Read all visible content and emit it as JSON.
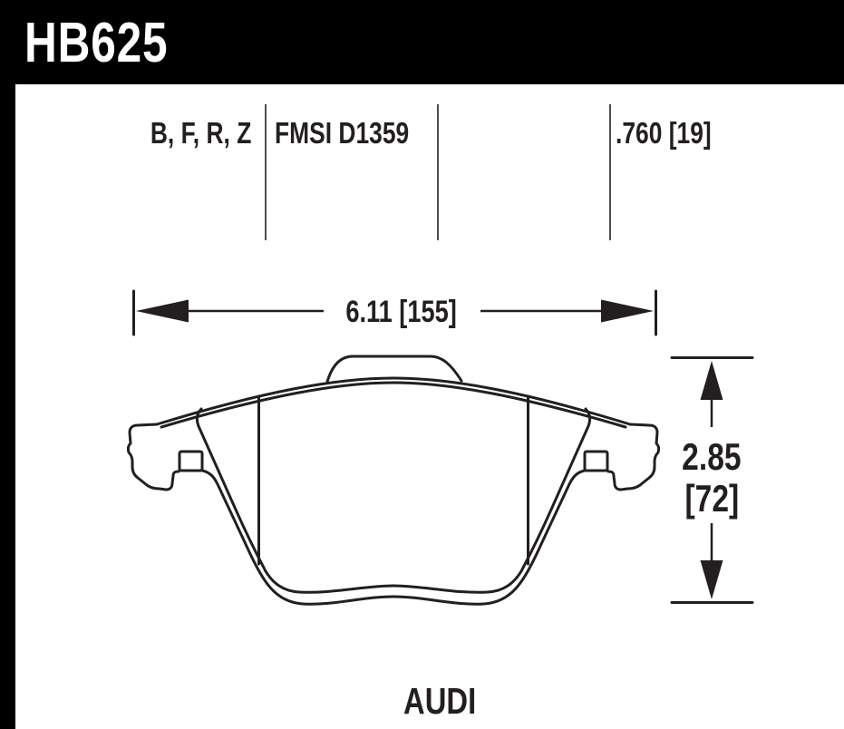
{
  "header": {
    "part_number": "HB625",
    "bg_color": "#000000",
    "text_color": "#ffffff"
  },
  "spec_row": {
    "compounds": "B, F, R, Z",
    "fmsi": "FMSI D1359",
    "col3": "",
    "thickness": ".760 [19]"
  },
  "dim_width": {
    "label": "6.11 [155]"
  },
  "dim_height": {
    "line1": "2.85",
    "line2": "[72]"
  },
  "footer": {
    "vehicle": "AUDI"
  },
  "drawing": {
    "subject": "brake-pad-outline",
    "fmsi_shape": "D1359",
    "ink_color": "#231f20",
    "divider_color": "#4d4d4d"
  }
}
